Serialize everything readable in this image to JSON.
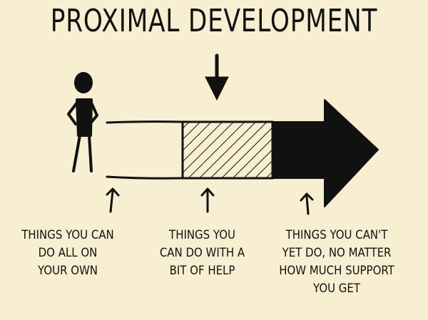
{
  "title": "PROXIMAL DEVELOPMENT",
  "labels": {
    "own": "THINGS YOU CAN\nDO ALL ON\nYOUR OWN",
    "help": "THINGS YOU\nCAN DO WITH A\nBIT OF HELP",
    "cant": "THINGS YOU CAN'T\nYET DO, NO MATTER\nHOW MUCH SUPPORT\nYOU GET"
  },
  "colors": {
    "background": "#f8eed1",
    "ink": "#111111"
  }
}
